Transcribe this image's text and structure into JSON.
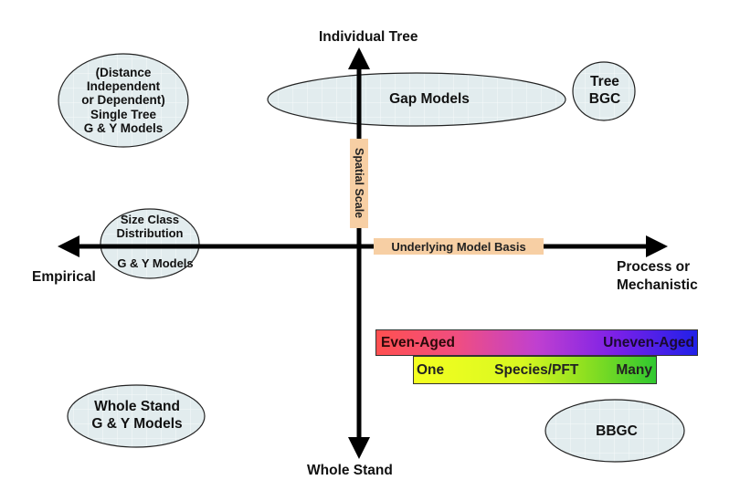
{
  "axes": {
    "vertical": {
      "top_label": "Individual Tree",
      "bottom_label": "Whole Stand",
      "name": "Spatial Scale"
    },
    "horizontal": {
      "left_label": "Empirical",
      "right_label_line1": "Process or",
      "right_label_line2": "Mechanistic",
      "name": "Underlying Model Basis"
    }
  },
  "models": {
    "single_tree": {
      "lines": [
        "(Distance",
        "Independent",
        "or Dependent)",
        "Single Tree",
        "G & Y Models"
      ]
    },
    "gap_models": {
      "label": "Gap Models"
    },
    "tree_bgc": {
      "lines": [
        "Tree",
        "BGC"
      ]
    },
    "size_class": {
      "lines": [
        "Size Class",
        "Distribution",
        "G & Y Models"
      ]
    },
    "whole_stand": {
      "lines": [
        "Whole Stand",
        "G & Y Models"
      ]
    },
    "bbgc": {
      "label": "BBGC"
    }
  },
  "gradients": {
    "age_structure": {
      "left_label": "Even-Aged",
      "right_label": "Uneven-Aged",
      "colors": [
        "#ff5050",
        "#d040c0",
        "#8020e0",
        "#2020e8"
      ]
    },
    "species": {
      "left_label": "One",
      "middle_label": "Species/PFT",
      "right_label": "Many",
      "colors": [
        "#f4ff20",
        "#c8f020",
        "#30c830"
      ]
    }
  },
  "colors": {
    "ellipse_fill": "#e4eef0",
    "axis_tag_fill": "#f7cfa4",
    "axis": "#000000"
  }
}
